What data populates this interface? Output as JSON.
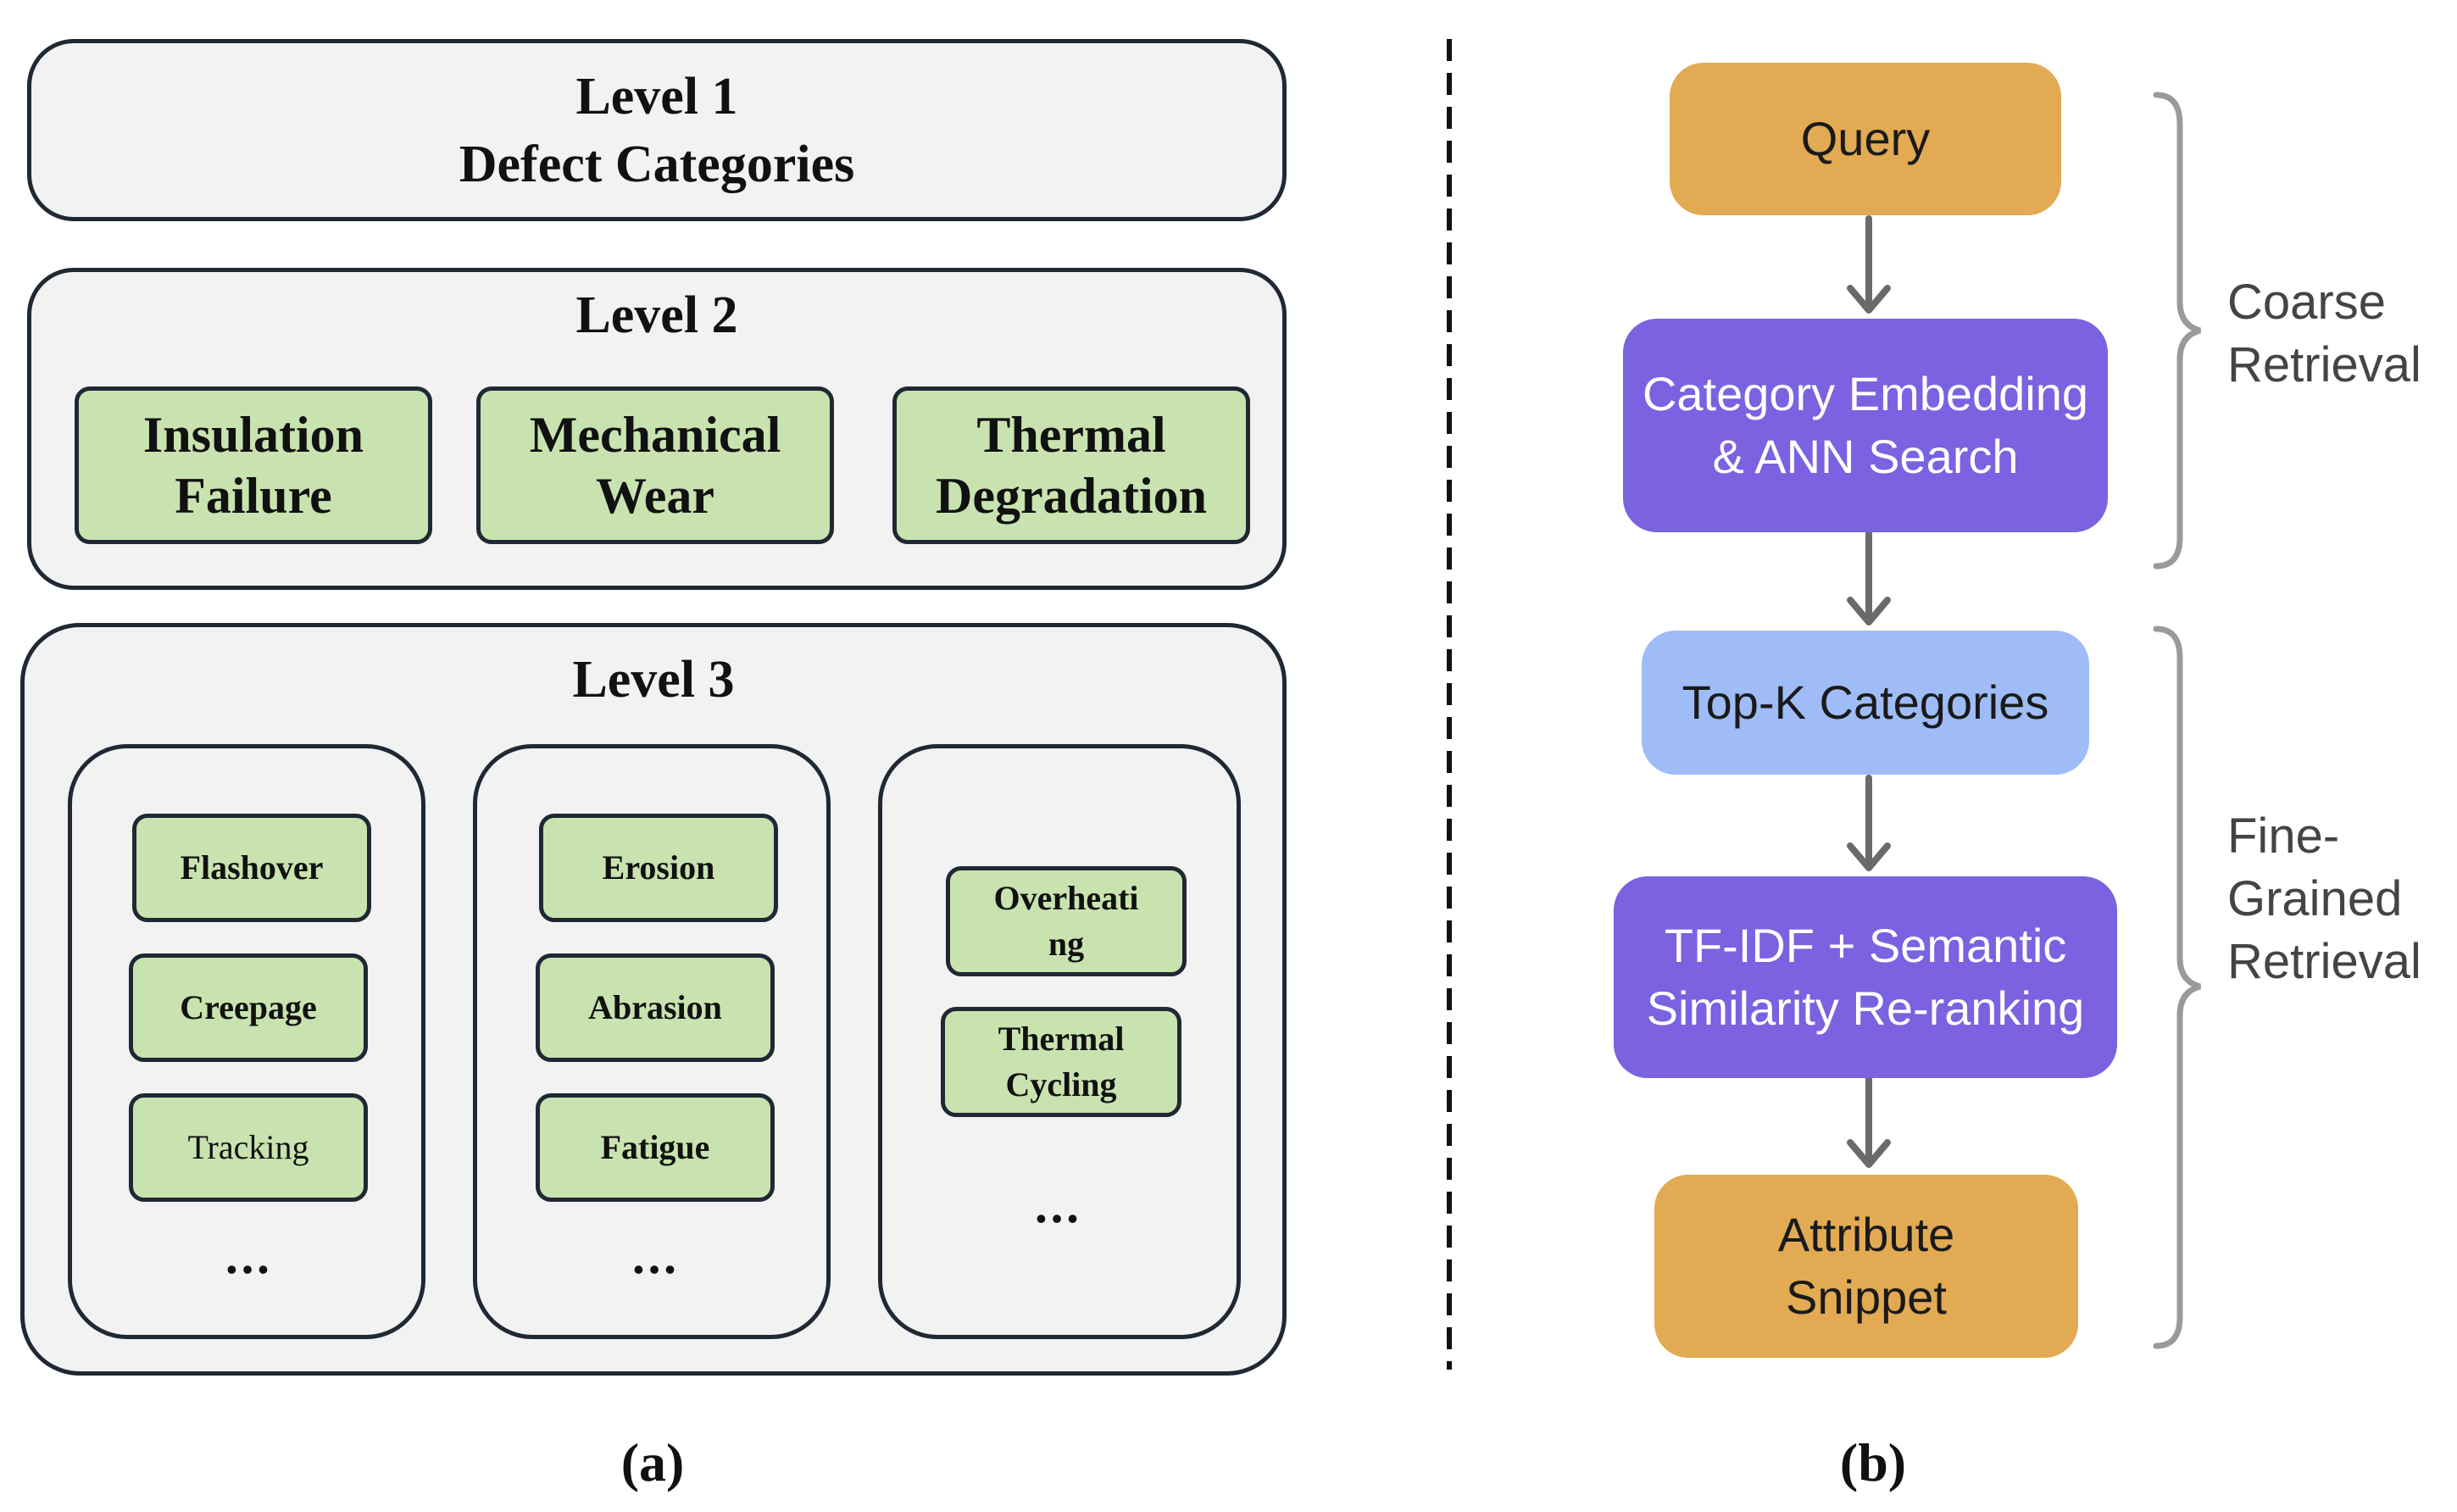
{
  "panel_a": {
    "level1": {
      "title": "Level 1",
      "subtitle": "Defect Categories"
    },
    "level2": {
      "title": "Level 2",
      "categories": [
        {
          "line1": "Insulation",
          "line2": "Failure"
        },
        {
          "line1": "Mechanical",
          "line2": "Wear"
        },
        {
          "line1": "Thermal",
          "line2": "Degradation"
        }
      ]
    },
    "level3": {
      "title": "Level 3",
      "columns": [
        {
          "items": [
            "Flashover",
            "Creepage",
            "Tracking"
          ],
          "ellipsis": "•••"
        },
        {
          "items": [
            "Erosion",
            "Abrasion",
            "Fatigue"
          ],
          "ellipsis": "•••"
        },
        {
          "items": [
            {
              "line1": "Overheati",
              "line2": "ng"
            },
            {
              "line1": "Thermal",
              "line2": "Cycling"
            }
          ],
          "ellipsis": "•••"
        }
      ]
    },
    "caption": "(a)"
  },
  "panel_b": {
    "steps": [
      {
        "line1": "Query",
        "color": "#e2aa52"
      },
      {
        "line1": "Category Embedding",
        "line2": "& ANN Search",
        "color": "#7a62e0"
      },
      {
        "line1": "Top-K Categories",
        "color": "#9fbcf7"
      },
      {
        "line1": "TF-IDF + Semantic",
        "line2": "Similarity Re-ranking",
        "color": "#7a62e0"
      },
      {
        "line1": "Attribute",
        "line2": "Snippet",
        "color": "#e2aa52"
      }
    ],
    "brackets": [
      {
        "line1": "Coarse",
        "line2": "Retrieval"
      },
      {
        "line1": "Fine-",
        "line2": "Grained",
        "line3": "Retrieval"
      }
    ],
    "caption": "(b)"
  }
}
